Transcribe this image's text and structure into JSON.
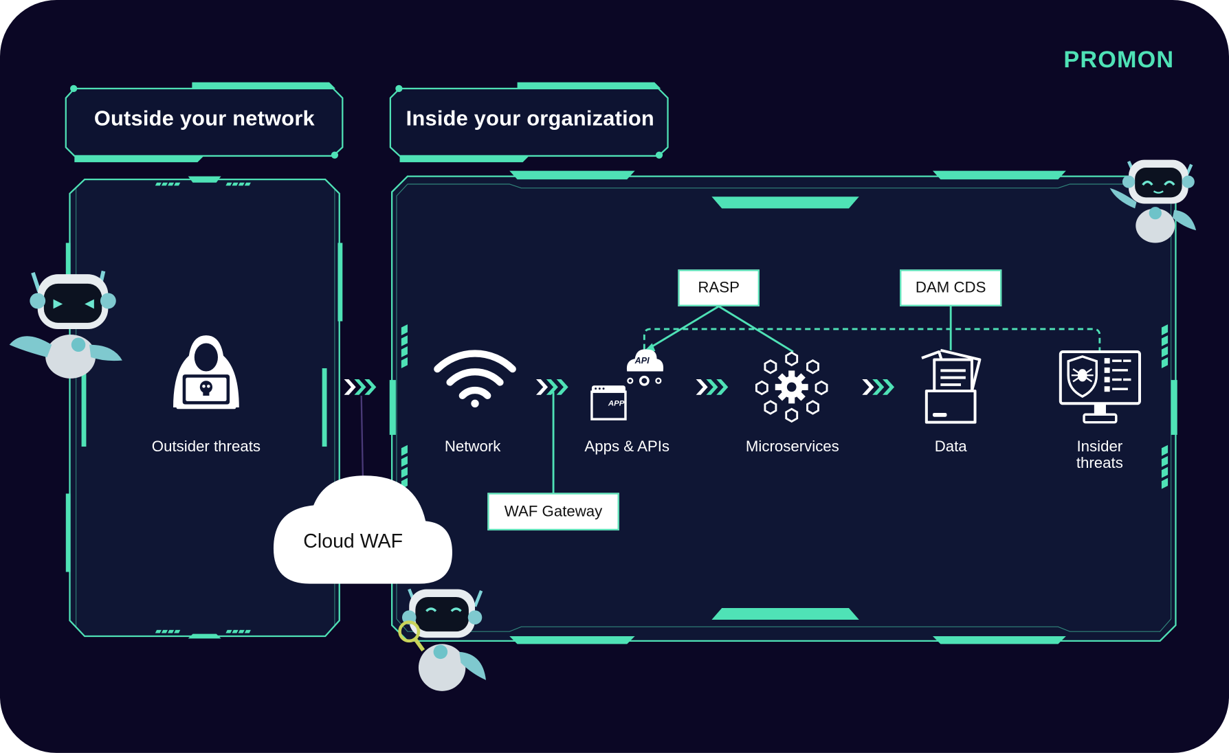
{
  "brand": "PROMON",
  "sections": {
    "outside_title": "Outside your network",
    "inside_title": "Inside your organization"
  },
  "nodes": {
    "outsider": "Outsider threats",
    "network": "Network",
    "apps": "Apps & APIs",
    "microservices": "Microservices",
    "data": "Data",
    "insider_line1": "Insider",
    "insider_line2": "threats"
  },
  "controls": {
    "rasp": "RASP",
    "dam_cds": "DAM CDS",
    "waf_gateway": "WAF Gateway",
    "cloud_waf": "Cloud WAF"
  },
  "icon_text": {
    "api": "API",
    "app": "APP"
  },
  "colors": {
    "background": "#0b0725",
    "panel": "#0f1634",
    "accent": "#4fe2b6",
    "text": "#ffffff"
  },
  "icons": [
    "hacker-icon",
    "wifi-icon",
    "app-window-icon",
    "api-cloud-icon",
    "microservices-gear-icon",
    "documents-folder-icon",
    "insider-monitor-icon",
    "chevrons-icon",
    "robot-mascot-icon"
  ]
}
